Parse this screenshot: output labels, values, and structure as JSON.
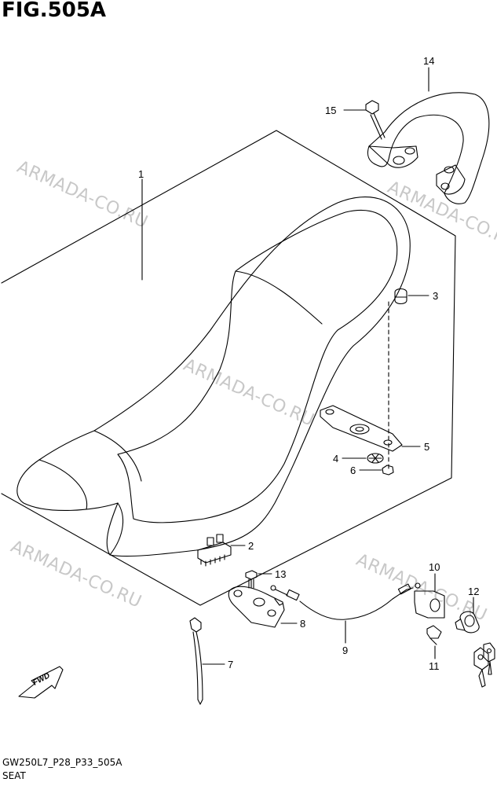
{
  "figure": {
    "title": "FIG.505A",
    "code": "GW250L7_P28_P33_505A",
    "caption": "SEAT"
  },
  "watermark": "ARMADA-CO.RU",
  "fwd_label": "FWD",
  "callouts": [
    {
      "id": "c1",
      "number": "1"
    },
    {
      "id": "c2",
      "number": "2"
    },
    {
      "id": "c3",
      "number": "3"
    },
    {
      "id": "c4",
      "number": "4"
    },
    {
      "id": "c5",
      "number": "5"
    },
    {
      "id": "c6",
      "number": "6"
    },
    {
      "id": "c7",
      "number": "7"
    },
    {
      "id": "c8",
      "number": "8"
    },
    {
      "id": "c9",
      "number": "9"
    },
    {
      "id": "c10",
      "number": "10"
    },
    {
      "id": "c11",
      "number": "11"
    },
    {
      "id": "c12",
      "number": "12"
    },
    {
      "id": "c13",
      "number": "13"
    },
    {
      "id": "c14",
      "number": "14"
    },
    {
      "id": "c15",
      "number": "15"
    }
  ]
}
